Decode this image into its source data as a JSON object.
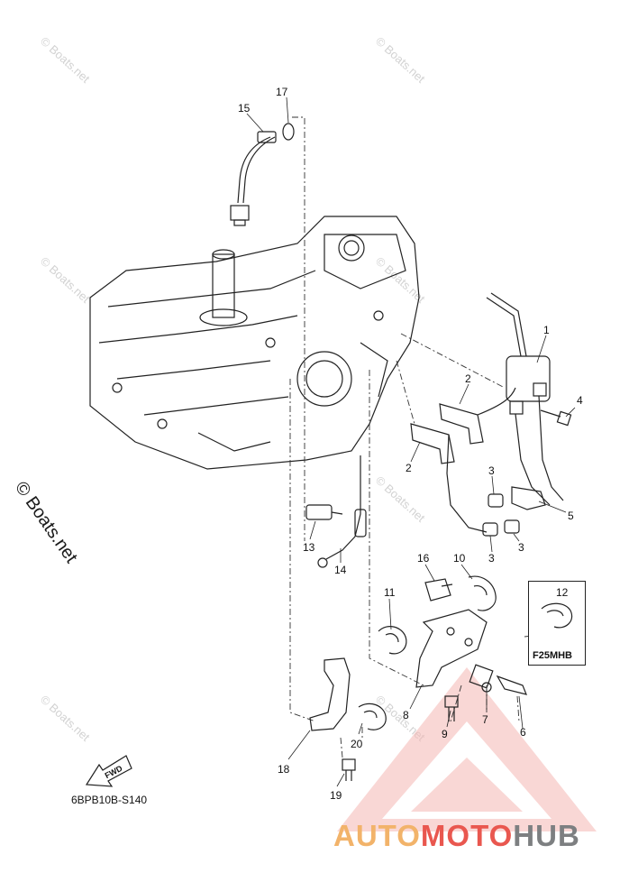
{
  "diagram": {
    "code": "6BPB10B-S140",
    "inset_label": "F25MHB",
    "fwd_label": "FWD",
    "callouts": [
      "1",
      "2",
      "2",
      "3",
      "3",
      "3",
      "4",
      "5",
      "6",
      "7",
      "8",
      "9",
      "10",
      "11",
      "12",
      "13",
      "14",
      "15",
      "16",
      "17",
      "18",
      "19",
      "20"
    ]
  },
  "watermark": {
    "small_text": "© Boats.net",
    "big_text": "© Boats.net"
  },
  "brand": {
    "part1": "AUTO",
    "part2": "MOTO",
    "part3": "HUB",
    "colors": {
      "auto": "#f2b36a",
      "moto": "#e9574f",
      "hub": "#7d7f81"
    }
  }
}
